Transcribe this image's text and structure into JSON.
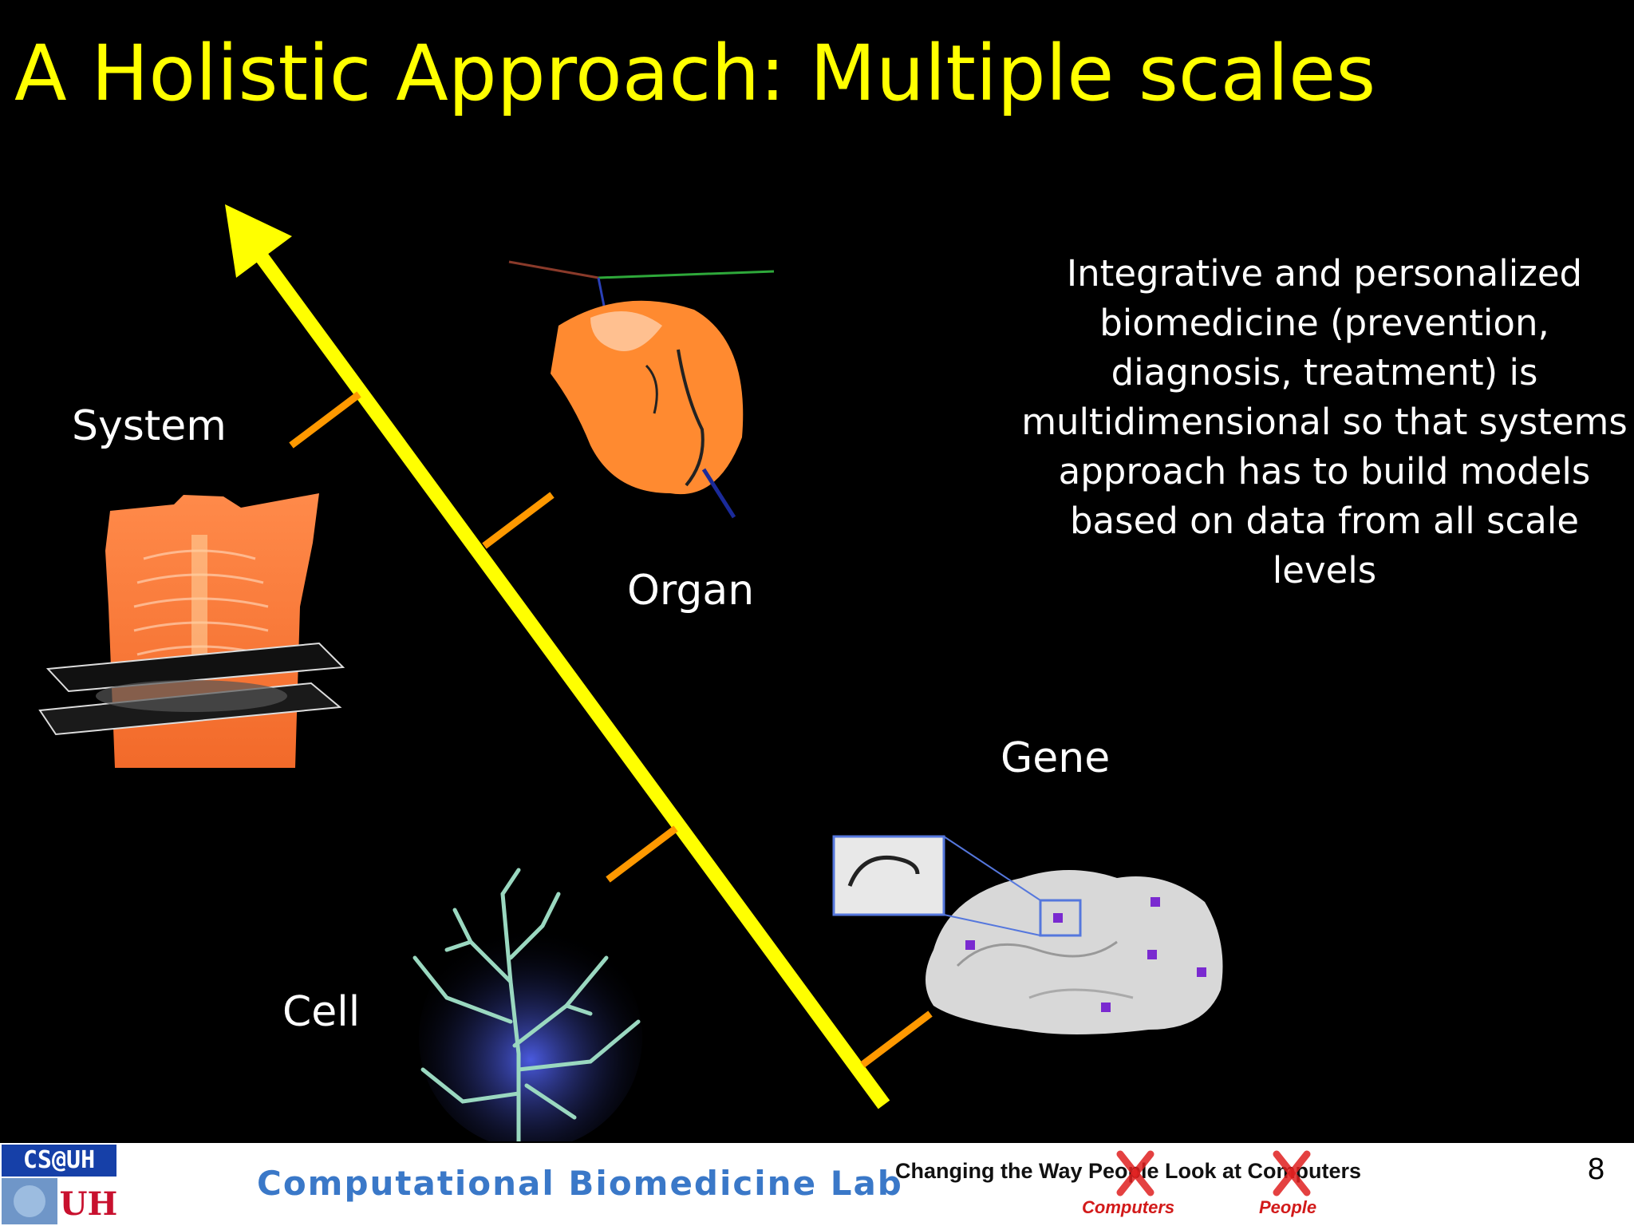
{
  "slide": {
    "title": "A Holistic Approach: Multiple scales",
    "scale_labels": {
      "system": "System",
      "organ": "Organ",
      "gene": "Gene",
      "cell": "Cell"
    },
    "description": "Integrative and personalized biomedicine (prevention, diagnosis, treatment) is multidimensional so that systems approach has to build models based on data from all scale levels",
    "page_number": "8"
  },
  "footer": {
    "logo_text": "CS@UH",
    "lab_name": "Computational Biomedicine Lab",
    "tagline": "Changing the Way People Look at Computers",
    "tagline_sub_left": "Computers",
    "tagline_sub_right": "People"
  },
  "colors": {
    "title": "#ffff00",
    "axis_arrow": "#ffff00",
    "tick_marks": "#ff9900",
    "background": "#000000",
    "lab_name": "#3a78c8",
    "cross_out": "#e02020"
  },
  "icons": {
    "scale_arrow": "arrow-icon",
    "torso_image": "torso-image",
    "heart_image": "heart-image",
    "neuron_image": "neuron-image",
    "brain_image": "brain-image"
  }
}
